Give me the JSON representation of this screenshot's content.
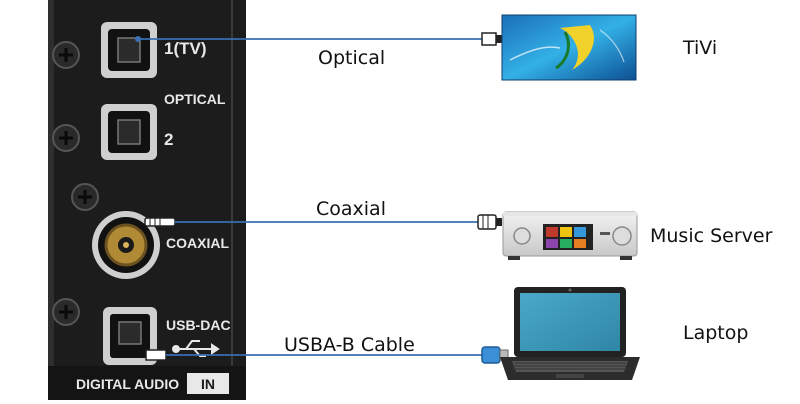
{
  "panel": {
    "port_1_label": "1(TV)",
    "optical_label": "OPTICAL",
    "port_2_label": "2",
    "coaxial_label": "COAXIAL",
    "usb_dac_label": "USB-DAC",
    "footer_label": "DIGITAL AUDIO",
    "footer_in_label": "IN"
  },
  "connections": [
    {
      "cable_label": "Optical",
      "device_label": "TiVi",
      "device_icon": "tv-icon"
    },
    {
      "cable_label": "Coaxial",
      "device_label": "Music Server",
      "device_icon": "music-server-icon"
    },
    {
      "cable_label": "USBA-B Cable",
      "device_label": "Laptop",
      "device_icon": "laptop-icon"
    }
  ],
  "colors": {
    "cable": "#3a6fb5",
    "panel": "#1c1c1c",
    "panel_text": "#e8e8e8",
    "tv_screen": "#2aa0dc"
  }
}
